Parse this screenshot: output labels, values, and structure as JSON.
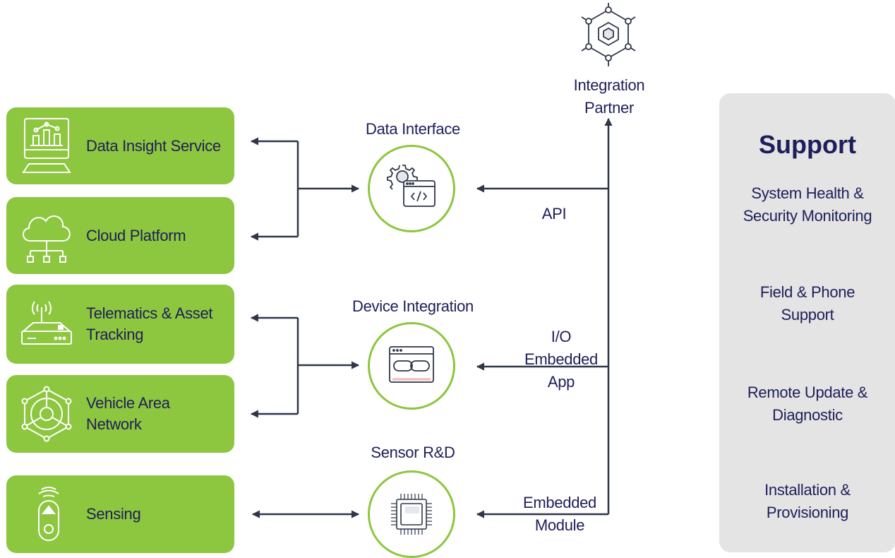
{
  "left_boxes": {
    "data_insight": "Data Insight Service",
    "cloud_platform": "Cloud Platform",
    "telematics": "Telematics & Asset Tracking",
    "van": "Vehicle Area Network",
    "sensing": "Sensing"
  },
  "nodes": {
    "data_interface": "Data Interface",
    "device_integration": "Device Integration",
    "sensor_rd": "Sensor R&D",
    "integration_partner_line1": "Integration",
    "integration_partner_line2": "Partner"
  },
  "connections": {
    "api": "API",
    "io_line1": "I/O",
    "io_line2": "Embedded",
    "io_line3": "App",
    "module_line1": "Embedded",
    "module_line2": "Module"
  },
  "support": {
    "title": "Support",
    "items": [
      {
        "line1": "System Health &",
        "line2": "Security Monitoring"
      },
      {
        "line1": "Field & Phone",
        "line2": "Support"
      },
      {
        "line1": "Remote Update &",
        "line2": "Diagnostic"
      },
      {
        "line1": "Installation &",
        "line2": "Provisioning"
      }
    ]
  },
  "colors": {
    "green": "#8dc63f",
    "navy": "#1e1e5a",
    "panel": "#e4e4e4",
    "accent": "#f3b8b8"
  },
  "icons": [
    "monitor-chart-icon",
    "cloud-network-icon",
    "router-icon",
    "hexagon-network-icon",
    "remote-sensor-icon",
    "gear-code-window-icon",
    "link-window-icon",
    "chip-icon",
    "hexagon-cube-network-icon"
  ]
}
